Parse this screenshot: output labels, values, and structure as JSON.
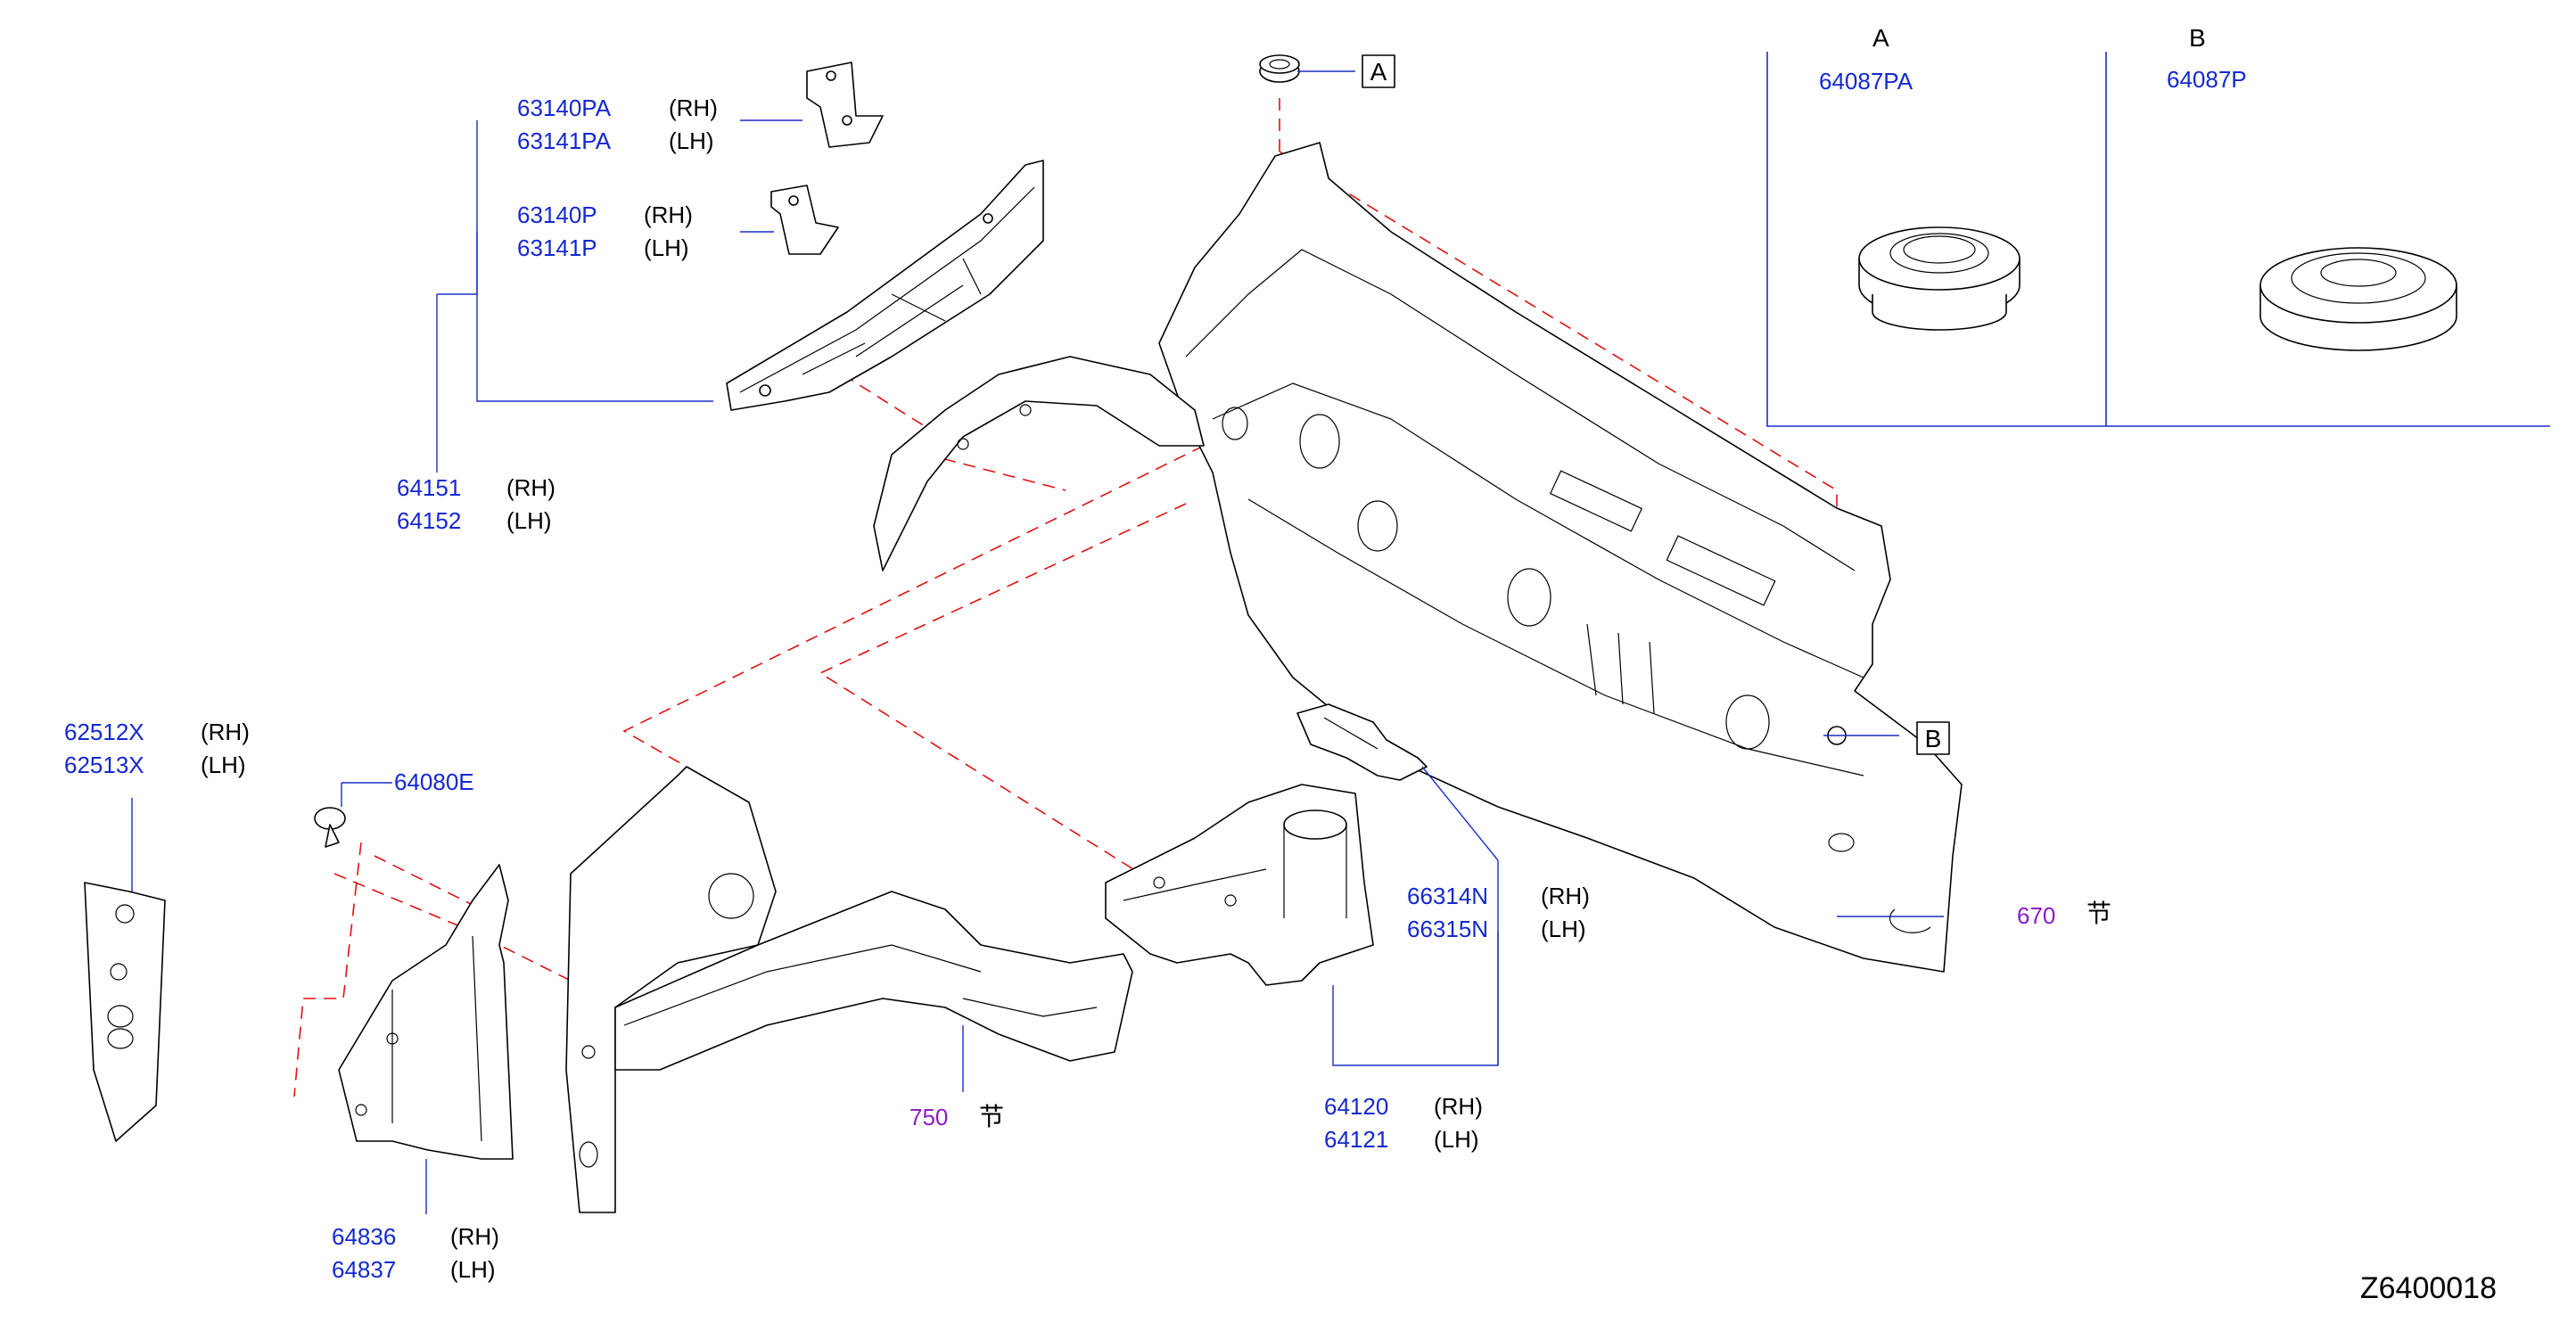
{
  "diagram_code": "Z6400018",
  "callouts": [
    {
      "number": "63140PA",
      "side": "(RH)"
    },
    {
      "number": "63141PA",
      "side": "(LH)"
    },
    {
      "number": "63140P",
      "side": "(RH)"
    },
    {
      "number": "63141P",
      "side": "(LH)"
    },
    {
      "number": "64151",
      "side": "(RH)"
    },
    {
      "number": "64152",
      "side": "(LH)"
    },
    {
      "number": "62512X",
      "side": "(RH)"
    },
    {
      "number": "62513X",
      "side": "(LH)"
    },
    {
      "number": "64080E",
      "side": ""
    },
    {
      "number": "64836",
      "side": "(RH)"
    },
    {
      "number": "64837",
      "side": "(LH)"
    },
    {
      "number": "66314N",
      "side": "(RH)"
    },
    {
      "number": "66315N",
      "side": "(LH)"
    },
    {
      "number": "64120",
      "side": "(RH)"
    },
    {
      "number": "64121",
      "side": "(LH)"
    }
  ],
  "section_refs": [
    {
      "number": "750",
      "mark": "节"
    },
    {
      "number": "670",
      "mark": "节"
    }
  ],
  "detail_boxes": [
    {
      "letter": "A",
      "part": "64087PA"
    },
    {
      "letter": "B",
      "part": "64087P"
    }
  ],
  "ref_markers": [
    "A",
    "B"
  ]
}
